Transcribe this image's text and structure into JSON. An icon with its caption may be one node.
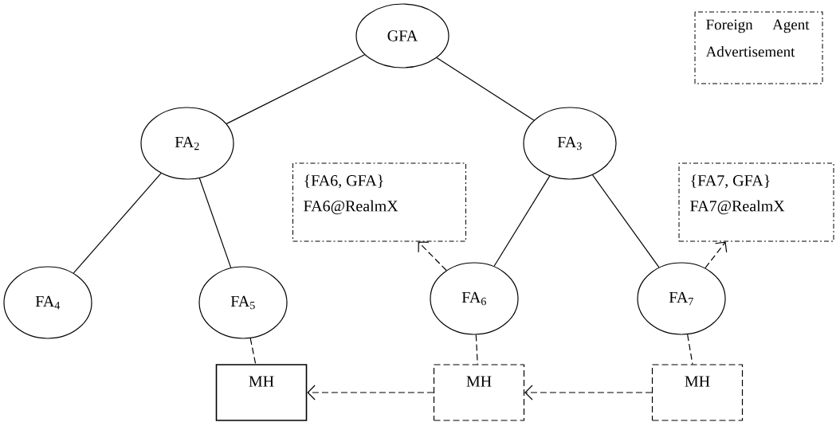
{
  "diagram": {
    "nodes": [
      {
        "text": [
          "GFA"
        ]
      },
      {
        "text": [
          "FA$_{2}$"
        ]
      },
      {
        "text": [
          "FA$_{3}$"
        ]
      },
      {
        "text": [
          "{FA6, GFA}",
          "FA6@RealmX"
        ]
      },
      {
        "text": [
          "{FA7, GFA}",
          "FA7@RealmX"
        ]
      },
      {
        "text": [
          "FA$_{4}$"
        ]
      },
      {
        "text": [
          "FA$_{5}$"
        ]
      },
      {
        "text": [
          "FA$_{6}$"
        ]
      },
      {
        "text": [
          "FA$_{7}$"
        ]
      },
      {
        "text": [
          "MH"
        ]
      },
      {
        "text": [
          "MH"
        ]
      },
      {
        "text": [
          "MH"
        ]
      }
    ],
    "edges": [
      {
        "from": 0,
        "to": 1,
        "arrow": "none"
      },
      {
        "from": 0,
        "to": 2,
        "arrow": "none"
      },
      {
        "from": 1,
        "to": 5,
        "arrow": "none"
      },
      {
        "from": 1,
        "to": 6,
        "arrow": "none"
      },
      {
        "from": 2,
        "to": 7,
        "arrow": "none"
      },
      {
        "from": 2,
        "to": 8,
        "arrow": "none"
      },
      {
        "from": 7,
        "to": 3,
        "arrow": "to",
        "style": "dashed"
      },
      {
        "from": 8,
        "to": 4,
        "arrow": "to",
        "style": "dashed"
      },
      {
        "from": 6,
        "to": 9,
        "arrow": "none",
        "style": "dashed"
      },
      {
        "from": 7,
        "to": 10,
        "arrow": "none",
        "style": "dashed"
      },
      {
        "from": 8,
        "to": 11,
        "arrow": "none",
        "style": "dashed"
      },
      {
        "from": 10,
        "to": 9,
        "arrow": "to",
        "style": "dashed"
      },
      {
        "from": 11,
        "to": 10,
        "arrow": "to",
        "style": "dashed"
      }
    ],
    "legend": [
      {
        "text": "Foreign Agent Advertisement"
      }
    ]
  }
}
